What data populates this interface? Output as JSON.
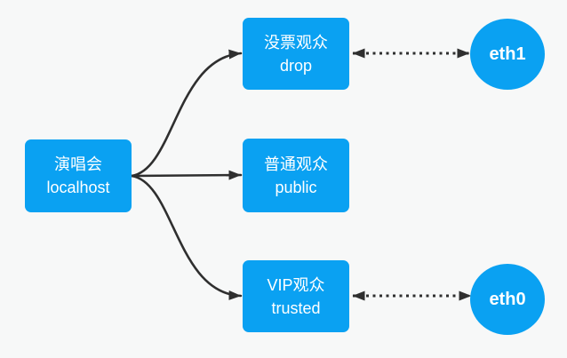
{
  "diagram": {
    "description": "firewalld zones concert metaphor diagram",
    "colors": {
      "node_fill": "#0aa1f2",
      "node_text": "#ffffff",
      "edge": "#2f2f2f",
      "background": "#f7f8f8"
    },
    "nodes": {
      "localhost": {
        "title": "演唱会",
        "subtitle": "localhost"
      },
      "drop": {
        "title": "没票观众",
        "subtitle": "drop"
      },
      "public": {
        "title": "普通观众",
        "subtitle": "public"
      },
      "trusted": {
        "title": "VIP观众",
        "subtitle": "trusted"
      },
      "eth1": {
        "label": "eth1"
      },
      "eth0": {
        "label": "eth0"
      }
    },
    "edges": [
      {
        "from": "localhost",
        "to": "drop",
        "line": "solid",
        "arrows": "end"
      },
      {
        "from": "localhost",
        "to": "public",
        "line": "solid",
        "arrows": "end"
      },
      {
        "from": "localhost",
        "to": "trusted",
        "line": "solid",
        "arrows": "end"
      },
      {
        "from": "drop",
        "to": "eth1",
        "line": "dotted",
        "arrows": "both"
      },
      {
        "from": "trusted",
        "to": "eth0",
        "line": "dotted",
        "arrows": "both"
      }
    ]
  }
}
